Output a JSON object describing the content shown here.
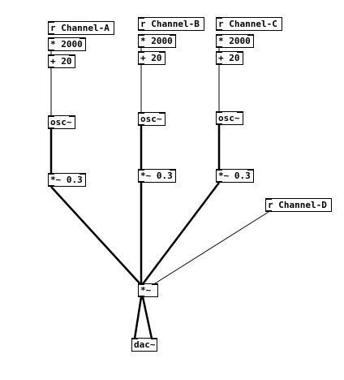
{
  "objects": {
    "recv_a": "r Channel-A",
    "mul_a": "* 2000",
    "add_a": "+ 20",
    "osc_a": "osc~",
    "gain_a": "*~ 0.3",
    "recv_b": "r Channel-B",
    "mul_b": "* 2000",
    "add_b": "+ 20",
    "osc_b": "osc~",
    "gain_b": "*~ 0.3",
    "recv_c": "r Channel-C",
    "mul_c": "* 2000",
    "add_c": "+ 20",
    "osc_c": "osc~",
    "gain_c": "*~ 0.3",
    "recv_d": "r Channel-D",
    "mixer": "*~",
    "dac": "dac~"
  }
}
